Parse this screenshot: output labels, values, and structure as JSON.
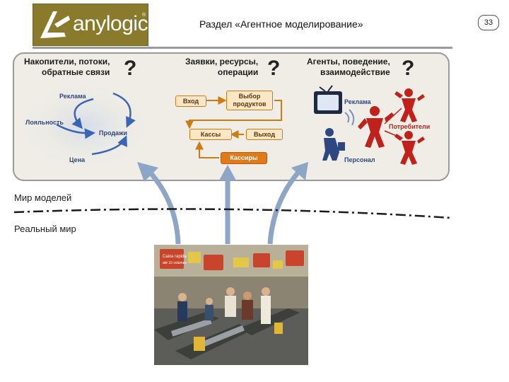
{
  "header": {
    "logo_text": "anylogic",
    "logo_reg": "®",
    "title": "Раздел «Агентное моделирование»",
    "slide_number": "33"
  },
  "diagram": {
    "columns": [
      {
        "title_line1": "Накопители, потоки,",
        "title_line2": "обратные связи",
        "qmark": "?"
      },
      {
        "title_line1": "Заявки, ресурсы,",
        "title_line2": "операции",
        "qmark": "?"
      },
      {
        "title_line1": "Агенты, поведение,",
        "title_line2": "взаимодействие",
        "qmark": "?"
      }
    ],
    "system_dynamics": {
      "advertising": "Реклама",
      "loyalty": "Лояльность",
      "sales": "Продажи",
      "price": "Цена"
    },
    "discrete_event": {
      "entry": "Вход",
      "product_choice_line1": "Выбор",
      "product_choice_line2": "продуктов",
      "checkouts": "Кассы",
      "exit": "Выход",
      "cashiers": "Кассиры"
    },
    "agent_based": {
      "advertising": "Реклама",
      "consumers": "Потребители",
      "staff": "Персонал"
    }
  },
  "world_labels": {
    "model_world": "Мир моделей",
    "real_world": "Реальный мир"
  },
  "photo": {
    "sign1": "Caixa rapida",
    "sign2": "até 10 volumes"
  },
  "colors": {
    "logo_bg": "#8a7a2c",
    "orange_accent": "#e07a1a",
    "blue_arrow": "#3a64b4",
    "red_agent": "#c0211a",
    "big_arrow": "#8da6c6"
  }
}
